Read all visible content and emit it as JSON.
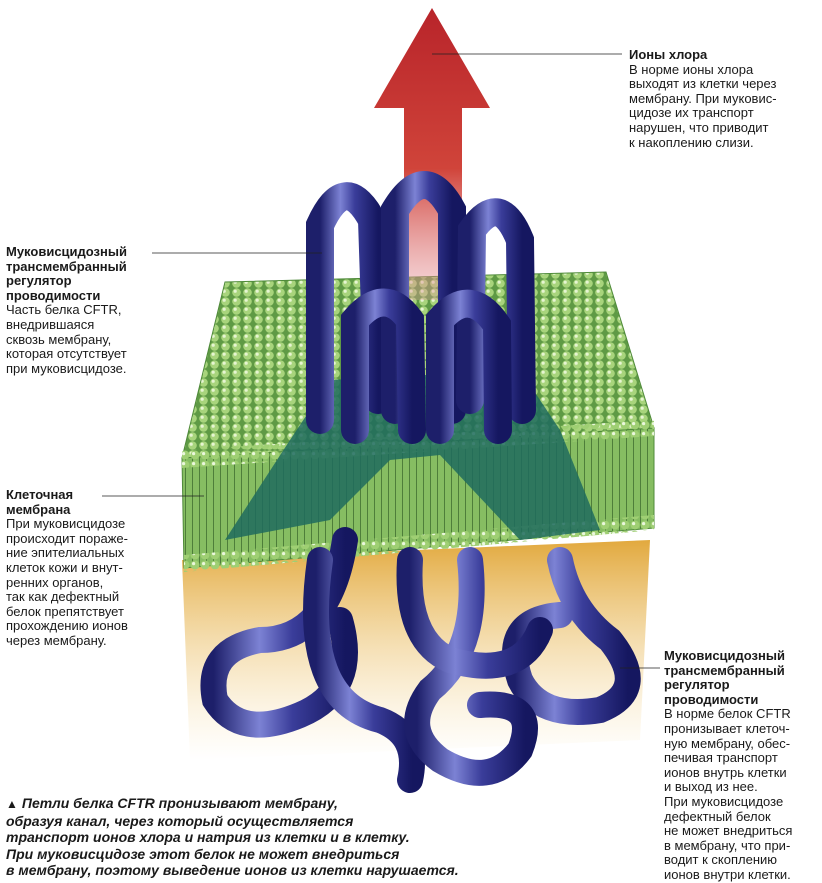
{
  "labels": {
    "chloride_ions": {
      "heading": "Ионы хлора",
      "text": "В норме ионы хлора\nвыходят из клетки через\nмембрану. При муковис-\nцидозе их транспорт\nнарушен, что приводит\nк накоплению слизи."
    },
    "cftr_top": {
      "heading": "Муковисцидозный\nтрансмембранный\nрегулятор\nпроводимости",
      "text": "Часть белка CFTR,\nвнедрившаяся\nсквозь мембрану,\nкоторая отсутствует\nпри муковисцидозе."
    },
    "cell_membrane": {
      "heading": "Клеточная\nмембрана",
      "text": "При муковисцидозе\nпроисходит пораже-\nние эпителиальных\nклеток кожи и внут-\nренних органов,\nтак как дефектный\nбелок препятствует\nпрохождению ионов\nчерез мембрану."
    },
    "cftr_bottom": {
      "heading": "Муковисцидозный\nтрансмембранный\nрегулятор\nпроводимости",
      "text": "В норме белок CFTR\nпронизывает клеточ-\nную мембрану, обес-\nпечивая транспорт\nионов внутрь клетки\nи выход из нее.\nПри муковисцидозе\nдефектный белок\nне может внедриться\nв мембрану, что при-\nводит к скоплению\nионов внутри клетки."
    }
  },
  "caption": {
    "marker": "▲",
    "text": "Петли белка CFTR пронизывают мембрану,\nобразуя канал, через который осуществляется\nтранспорт ионов хлора и натрия из клетки и в клетку.\nПри муковисцидозе этот белок не может внедриться\nв мембрану, поэтому выведение ионов из клетки нарушается."
  },
  "colors": {
    "arrow": "#c8322a",
    "membrane_green": "#7cb45a",
    "lipid_heads": "#9ccc6e",
    "protein_blue": "#33358f",
    "protein_highlight": "#8a8fd8",
    "cytoplasm": "#e4b24a",
    "channel_teal": "#1f6b5e"
  }
}
